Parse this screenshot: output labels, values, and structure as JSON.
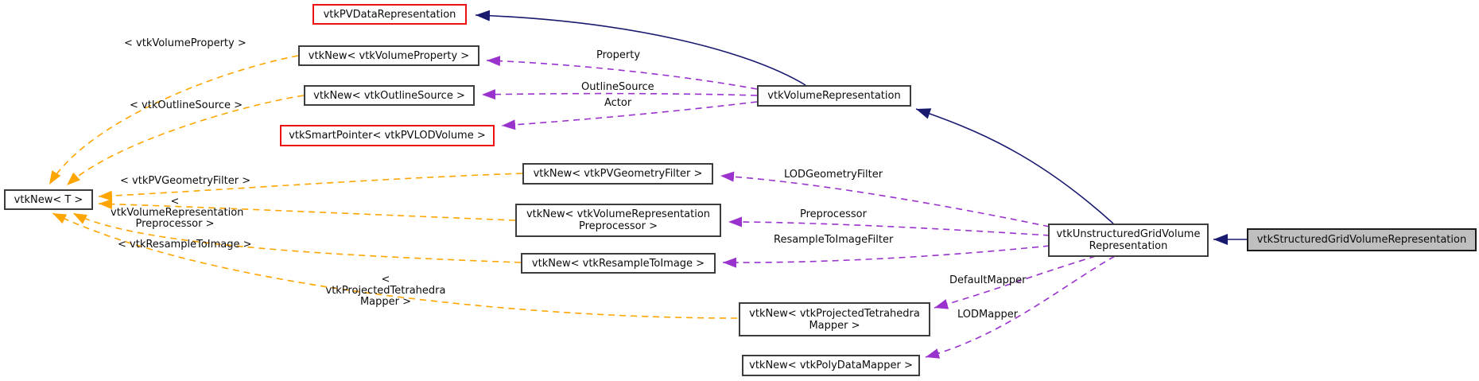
{
  "diagram": {
    "type": "doxygen-collaboration-graph",
    "focus_class": "vtkStructuredGridVolumeRepresentation",
    "colors": {
      "background": "#ffffff",
      "inheritance_edge": "#191970",
      "usage_edge": "#9a32cd",
      "template_edge": "#ffa500",
      "node_border": "#3d3d3d",
      "node_border_highlight": "#ee1111",
      "node_fill": "#ffffff",
      "focus_node_fill": "#bfbfbf",
      "text": "#0c0c0c"
    },
    "nodes": {
      "pvdatarep": {
        "label": "vtkPVDataRepresentation"
      },
      "new_volumeproperty": {
        "label": "vtkNew< vtkVolumeProperty >"
      },
      "new_outlinesource": {
        "label": "vtkNew< vtkOutlineSource >"
      },
      "smartptr_pvlodvolume": {
        "label": "vtkSmartPointer< vtkPVLODVolume >"
      },
      "new_pvgeometryfilter": {
        "label": "vtkNew< vtkPVGeometryFilter >"
      },
      "new_volrep_preproc": {
        "label": "vtkNew< vtkVolumeRepresentation\nPreprocessor >"
      },
      "new_resampletoimage": {
        "label": "vtkNew< vtkResampleToImage >"
      },
      "new_projtetra_mapper": {
        "label": "vtkNew< vtkProjectedTetrahedra\nMapper >"
      },
      "new_polydatamapper": {
        "label": "vtkNew< vtkPolyDataMapper >"
      },
      "new_t": {
        "label": "vtkNew< T >"
      },
      "volumerep": {
        "label": "vtkVolumeRepresentation"
      },
      "unstructuredgridvolrep": {
        "label": "vtkUnstructuredGridVolume\nRepresentation"
      },
      "structuredgridvolrep": {
        "label": "vtkStructuredGridVolumeRepresentation"
      }
    },
    "edge_labels": {
      "property": {
        "text": "Property"
      },
      "outline_source": {
        "text": "OutlineSource"
      },
      "actor": {
        "text": "Actor"
      },
      "lod_geometry_filter": {
        "text": "LODGeometryFilter"
      },
      "preprocessor": {
        "text": "Preprocessor"
      },
      "resample_to_image_filter": {
        "text": "ResampleToImageFilter"
      },
      "default_mapper": {
        "text": "DefaultMapper"
      },
      "lod_mapper": {
        "text": "LODMapper"
      },
      "t_volumeproperty": {
        "text": "< vtkVolumeProperty >"
      },
      "t_outlinesource": {
        "text": "< vtkOutlineSource >"
      },
      "t_pvgeometryfilter": {
        "text": "< vtkPVGeometryFilter >"
      },
      "t_volrep_preproc": {
        "text": "< vtkVolumeRepresentation\nPreprocessor >"
      },
      "t_resampletoimage": {
        "text": "< vtkResampleToImage >"
      },
      "t_projtetra_mapper": {
        "text": "< vtkProjectedTetrahedra\nMapper >"
      }
    }
  }
}
